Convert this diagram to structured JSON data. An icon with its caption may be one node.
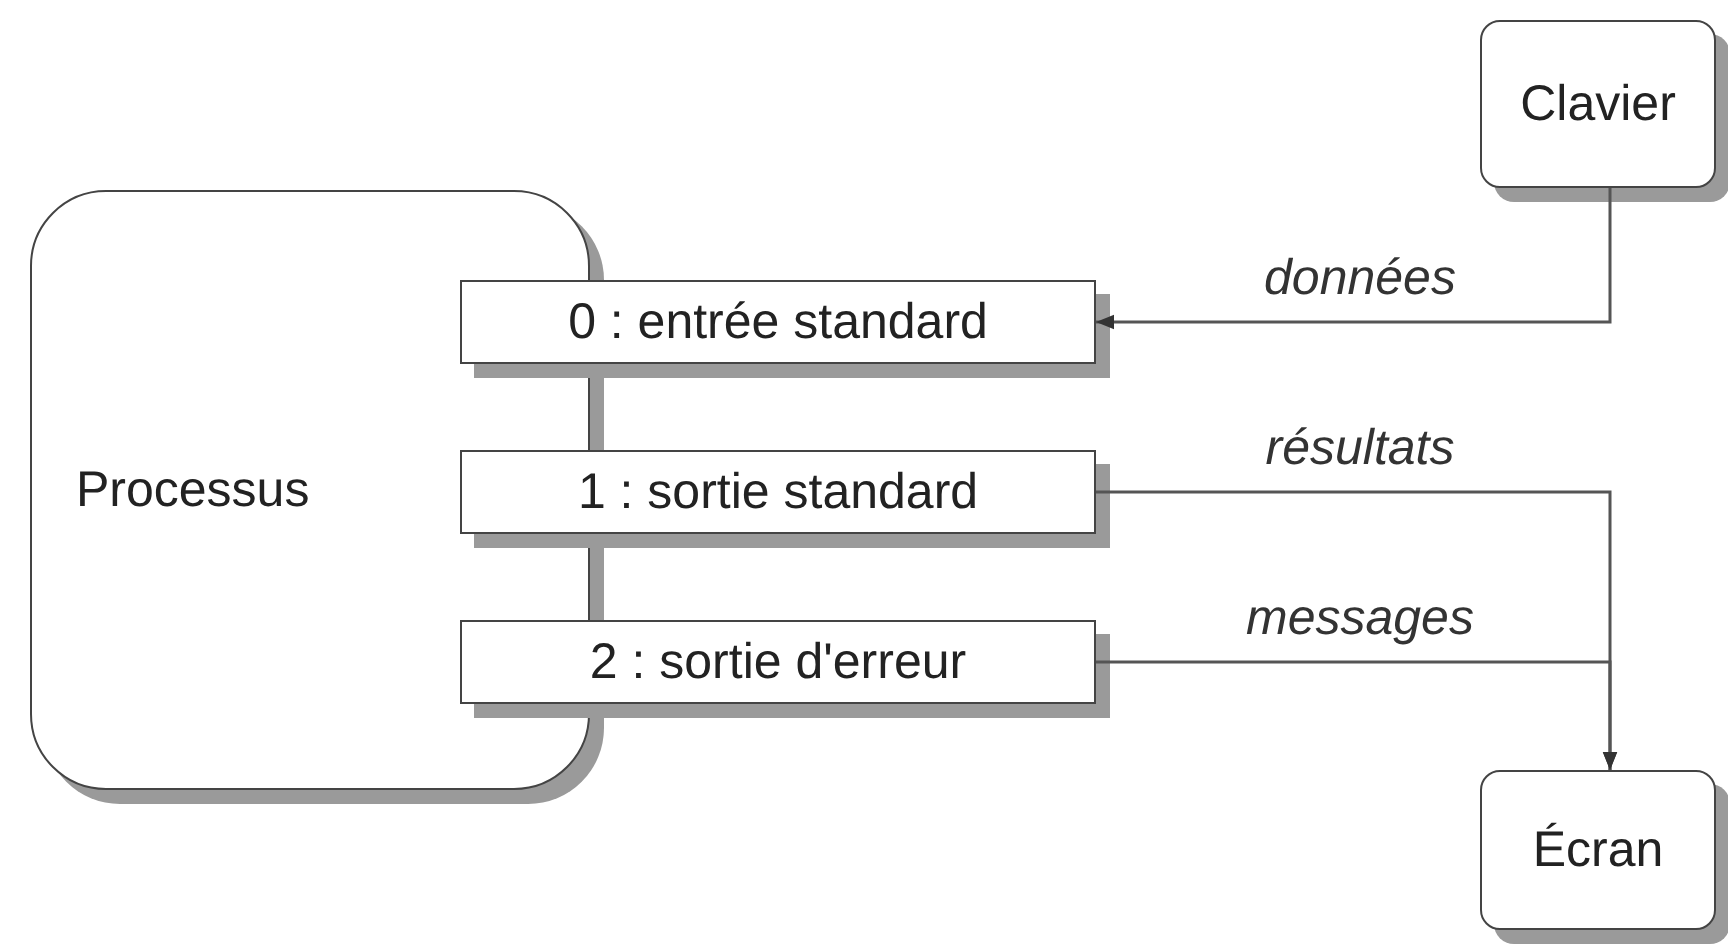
{
  "diagram": {
    "nodes": [
      {
        "text": [
          "Clavier"
        ]
      },
      {
        "text": [
          "Processus"
        ]
      },
      {
        "text": [
          "0 : entrée standard"
        ]
      },
      {
        "text": [
          "1 : sortie standard"
        ]
      },
      {
        "text": [
          "2 : sortie d'erreur"
        ]
      },
      {
        "text": [
          "Écran"
        ]
      }
    ],
    "edges": [
      {
        "from": 0,
        "to": 2,
        "arrow": "to",
        "label": "données"
      },
      {
        "from": 3,
        "to": 5,
        "arrow": "to",
        "label": "résultats"
      },
      {
        "from": 4,
        "to": 5,
        "arrow": "to",
        "label": "messages"
      }
    ]
  }
}
